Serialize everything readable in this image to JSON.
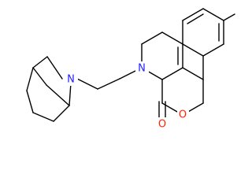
{
  "molecule": {
    "atoms": {
      "ring_nitrogen": "N",
      "bridge_nitrogen": "N",
      "ring_oxygen": "O",
      "carbonyl_oxygen": "O"
    },
    "colors": {
      "bond": "#000000",
      "nitrogen": "#2222ff",
      "oxygen": "#ff2200",
      "background": "#ffffff"
    }
  }
}
